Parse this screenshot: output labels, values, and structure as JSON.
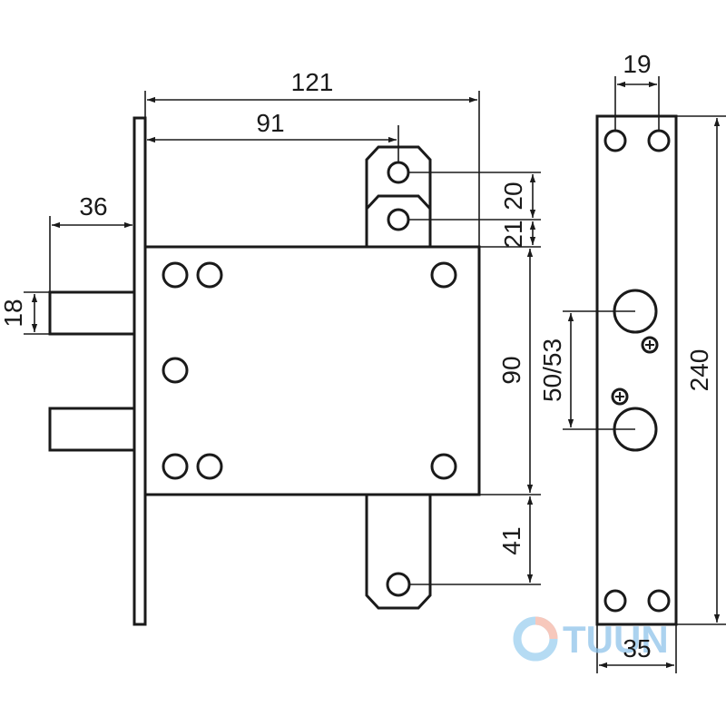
{
  "colors": {
    "line": "#1a1a1a",
    "background": "#ffffff",
    "watermark": "#8fc3ea",
    "watermark_ring_a": "#9dd0f0",
    "watermark_ring_b": "#f5b6a6"
  },
  "dimensions": {
    "overall_width": "121",
    "bolt_offset": "91",
    "backset_pin": "36",
    "pin_height": "18",
    "hook_spacing_a": "20",
    "hook_spacing_b": "21",
    "case_height": "90",
    "lower_bolt": "41",
    "cylinder_spacing": "50/53",
    "faceplate_height": "240",
    "faceplate_hole_spacing": "19",
    "faceplate_width": "35"
  },
  "watermark": {
    "text": "TUUN"
  }
}
